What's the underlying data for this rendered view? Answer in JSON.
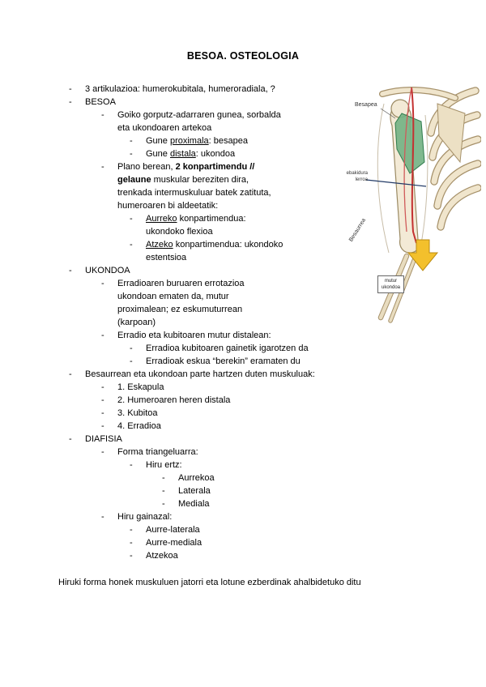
{
  "document": {
    "title": "BESOA. OSTEOLOGIA",
    "footer": "Hiruki forma honek muskuluen jatorri eta lotune ezberdinak ahalbidetuko ditu"
  },
  "outline": [
    {
      "level": 0,
      "parts": [
        {
          "t": "3 artikulazioa: humerokubitala, humeroradiala, ?"
        }
      ]
    },
    {
      "level": 0,
      "parts": [
        {
          "t": "BESOA"
        }
      ]
    },
    {
      "level": 1,
      "parts": [
        {
          "t": "Goiko gorputz-adarraren gunea, sorbalda\neta ukondoaren artekoa"
        }
      ]
    },
    {
      "level": 2,
      "parts": [
        {
          "t": "Gune "
        },
        {
          "t": "proximala",
          "u": true
        },
        {
          "t": ": besapea"
        }
      ]
    },
    {
      "level": 2,
      "parts": [
        {
          "t": "Gune "
        },
        {
          "t": "distala",
          "u": true
        },
        {
          "t": ": ukondoa"
        }
      ]
    },
    {
      "level": 1,
      "parts": [
        {
          "t": "Plano berean, "
        },
        {
          "t": "2 konpartimendu //\ngelaune",
          "b": true
        },
        {
          "t": " muskular bereziten dira,\ntrenkada intermuskuluar batek zatituta,\nhumeroaren bi aldeetatik:"
        }
      ]
    },
    {
      "level": 2,
      "parts": [
        {
          "t": "Aurreko",
          "u": true
        },
        {
          "t": " konpartimendua:\nukondoko flexioa"
        }
      ]
    },
    {
      "level": 2,
      "parts": [
        {
          "t": "Atzeko",
          "u": true
        },
        {
          "t": " konpartimendua: ukondoko\nestentsioa"
        }
      ]
    },
    {
      "level": 0,
      "parts": [
        {
          "t": "UKONDOA"
        }
      ]
    },
    {
      "level": 1,
      "parts": [
        {
          "t": "Erradioaren buruaren errotazioa\nukondoan ematen da, mutur\nproximalean; ez eskumuturrean\n(karpoan)"
        }
      ]
    },
    {
      "level": 1,
      "parts": [
        {
          "t": "Erradio eta kubitoaren mutur distalean:"
        }
      ]
    },
    {
      "level": 2,
      "parts": [
        {
          "t": "Erradioa kubitoaren gainetik igarotzen da"
        }
      ]
    },
    {
      "level": 2,
      "parts": [
        {
          "t": "Erradioak eskua “berekin” eramaten du"
        }
      ]
    },
    {
      "level": 0,
      "parts": [
        {
          "t": "Besaurrean eta ukondoan parte hartzen duten muskuluak:"
        }
      ]
    },
    {
      "level": 1,
      "parts": [
        {
          "t": "1. Eskapula"
        }
      ]
    },
    {
      "level": 1,
      "parts": [
        {
          "t": "2. Humeroaren heren distala"
        }
      ]
    },
    {
      "level": 1,
      "parts": [
        {
          "t": "3. Kubitoa"
        }
      ]
    },
    {
      "level": 1,
      "parts": [
        {
          "t": "4. Erradioa"
        }
      ]
    },
    {
      "level": 0,
      "parts": [
        {
          "t": "DIAFISIA"
        }
      ]
    },
    {
      "level": 1,
      "parts": [
        {
          "t": "Forma triangeluarra:"
        }
      ]
    },
    {
      "level": 2,
      "parts": [
        {
          "t": "Hiru ertz:"
        }
      ]
    },
    {
      "level": 3,
      "parts": [
        {
          "t": "Aurrekoa"
        }
      ]
    },
    {
      "level": 3,
      "parts": [
        {
          "t": "Laterala"
        }
      ]
    },
    {
      "level": 3,
      "parts": [
        {
          "t": "Mediala"
        }
      ]
    },
    {
      "level": 1,
      "parts": [
        {
          "t": "Hiru gainazal:"
        }
      ]
    },
    {
      "level": 2,
      "parts": [
        {
          "t": "Aurre-laterala"
        }
      ]
    },
    {
      "level": 2,
      "parts": [
        {
          "t": "Aurre-mediala"
        }
      ]
    },
    {
      "level": 2,
      "parts": [
        {
          "t": "Atzekoa"
        }
      ]
    }
  ],
  "figure": {
    "labels": {
      "armpit": "Besapea",
      "section_line": "ebakidura\nlerroa",
      "forearm": "Besaurrea",
      "elbow_box": "mutur\nukondoa"
    },
    "colors": {
      "compartment": "#72b183",
      "artery": "#c43131",
      "arrow": "#f3c02c",
      "bone": "#f3ead6"
    }
  }
}
